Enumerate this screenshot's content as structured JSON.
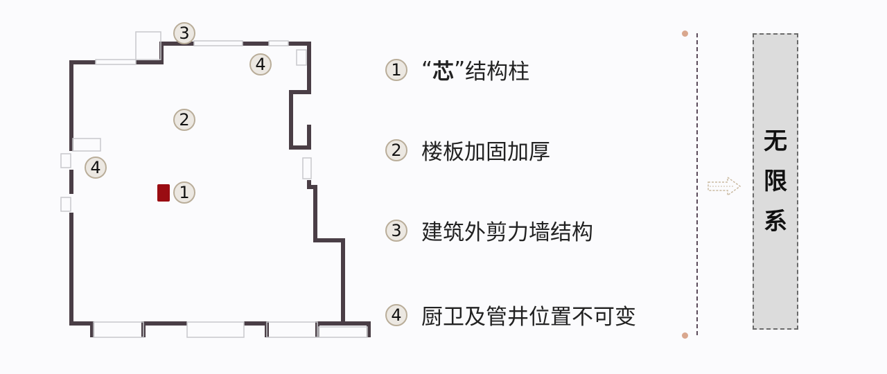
{
  "plan": {
    "markers": [
      "3",
      "4",
      "2",
      "4",
      "1"
    ],
    "column_color": "#9a0c12",
    "wall_color": "#4a3e46"
  },
  "legend": [
    {
      "num": "1",
      "quote_open": "“",
      "key": "芯",
      "quote_close": "”",
      "text": "结构柱"
    },
    {
      "num": "2",
      "text": "楼板加固加厚"
    },
    {
      "num": "3",
      "text": "建筑外剪力墙结构"
    },
    {
      "num": "4",
      "text": "厨卫及管井位置不可变"
    }
  ],
  "result": {
    "chars": [
      "无",
      "限",
      "系"
    ]
  }
}
